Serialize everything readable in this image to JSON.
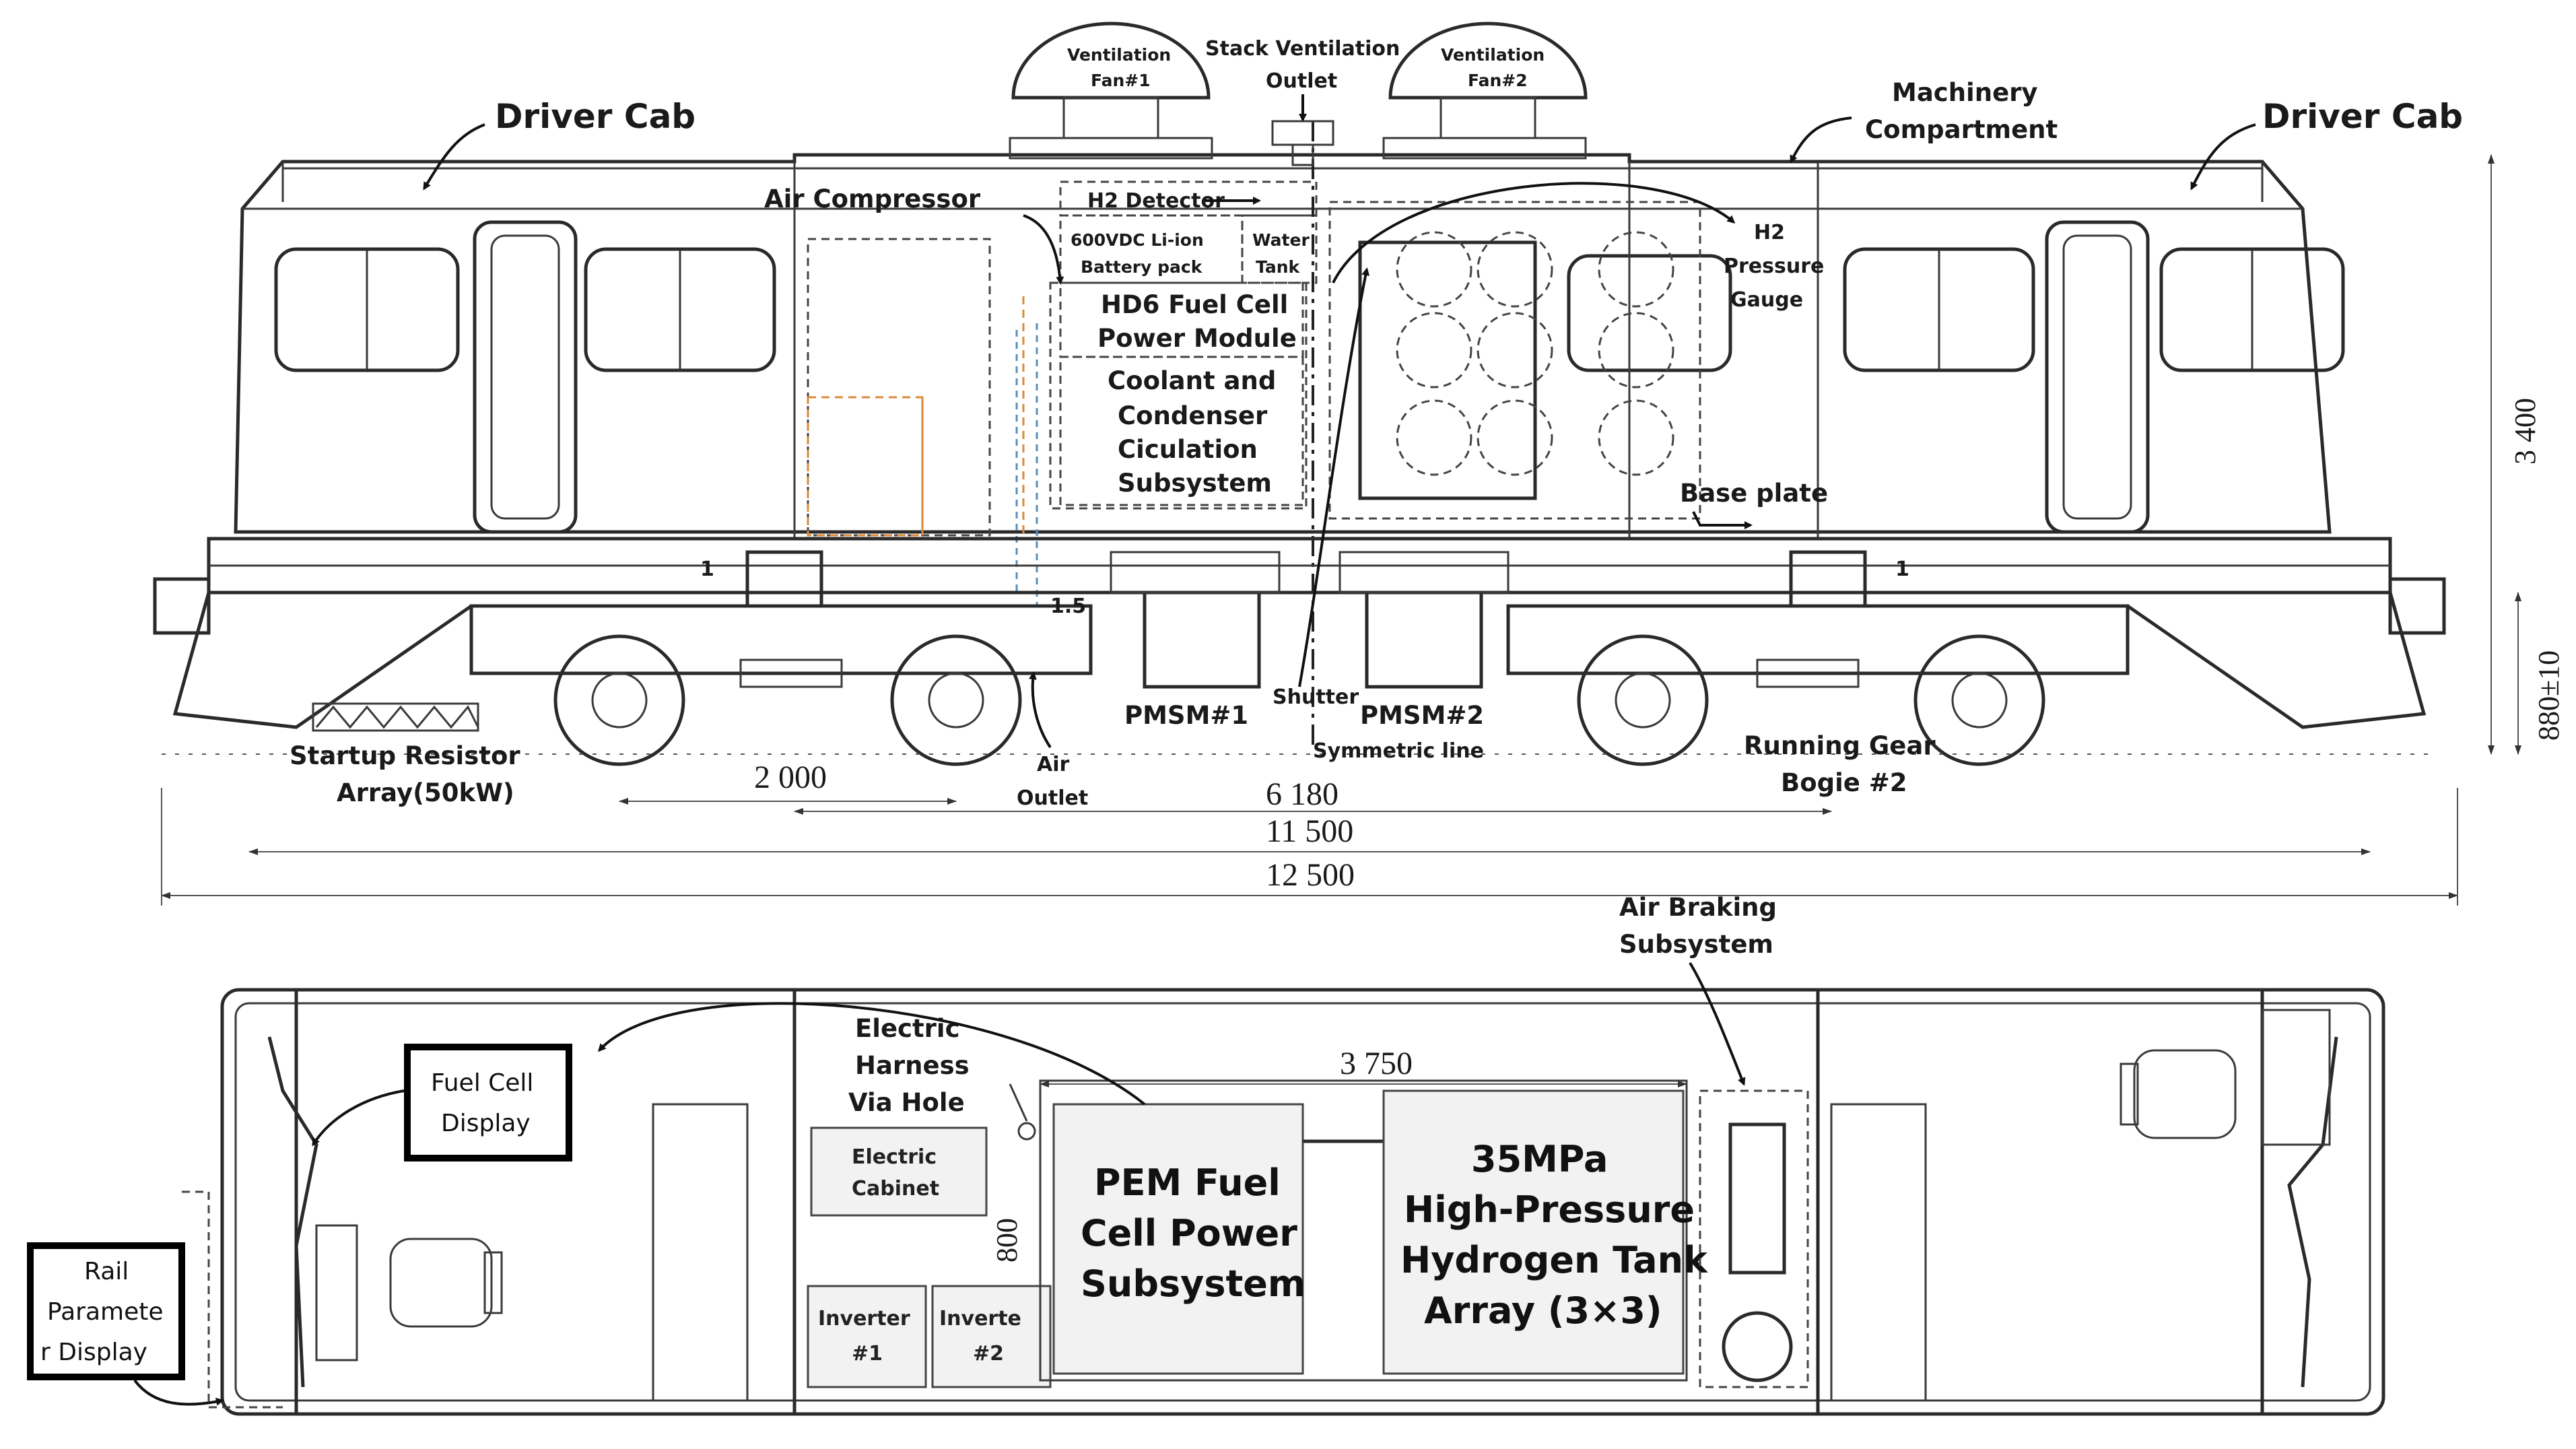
{
  "elevation": {
    "driver_cab_left": "Driver Cab",
    "driver_cab_right": "Driver Cab",
    "machinery_compartment": [
      "Machinery",
      "Compartment"
    ],
    "ventilation_fan_1": [
      "Ventilation",
      "Fan#1"
    ],
    "ventilation_fan_2": [
      "Ventilation",
      "Fan#2"
    ],
    "stack_ventilation_outlet": [
      "Stack Ventilation",
      "Outlet"
    ],
    "air_compressor": "Air Compressor",
    "h2_detector": "H2 Detector",
    "battery_pack": [
      "600VDC Li-ion",
      "Battery pack"
    ],
    "water_tank": [
      "Water",
      "Tank"
    ],
    "fuel_cell_module": [
      "HD6 Fuel Cell",
      "Power Module"
    ],
    "coolant_subsystem": [
      "Coolant and",
      "Condenser",
      "Ciculation",
      "Subsystem"
    ],
    "h2_pressure_gauge": [
      "H2",
      "Pressure",
      "Gauge"
    ],
    "base_plate": "Base plate",
    "pmsm_1": "PMSM#1",
    "pmsm_2": "PMSM#2",
    "shutter": "Shutter",
    "symmetric_line": "Symmetric line",
    "air_outlet": [
      "Air",
      "Outlet"
    ],
    "startup_resistor": [
      "Startup Resistor",
      "Array(50kW)"
    ],
    "running_gear": [
      "Running Gear",
      "Bogie #2"
    ],
    "marker_1_left": "1",
    "marker_1_right": "1",
    "marker_1_5": "1.5",
    "dim_2000": "2  000",
    "dim_6180": "6  180",
    "dim_11500": "11  500",
    "dim_12500": "12  500",
    "dim_3400": "3  400",
    "dim_880": "880±10"
  },
  "plan": {
    "air_braking": [
      "Air Braking",
      "Subsystem"
    ],
    "electric_harness": [
      "Electric",
      "Harness",
      "Via Hole"
    ],
    "dim_3750": "3  750",
    "dim_800": "800",
    "electric_cabinet": [
      "Electric",
      "Cabinet"
    ],
    "inverter_1": [
      "Inverter",
      "#1"
    ],
    "inverter_2": [
      "Inverte",
      "#2"
    ],
    "pem_fuel_cell": [
      "PEM Fuel",
      "Cell Power",
      "Subsystem"
    ],
    "hydrogen_tank_array": [
      "35MPa",
      "High-Pressure",
      "Hydrogen Tank",
      "Array (3×3)"
    ],
    "fuel_cell_display": [
      "Fuel Cell",
      "Display"
    ],
    "rail_parameter_display": [
      "Rail",
      "Paramete",
      "r Display"
    ]
  }
}
